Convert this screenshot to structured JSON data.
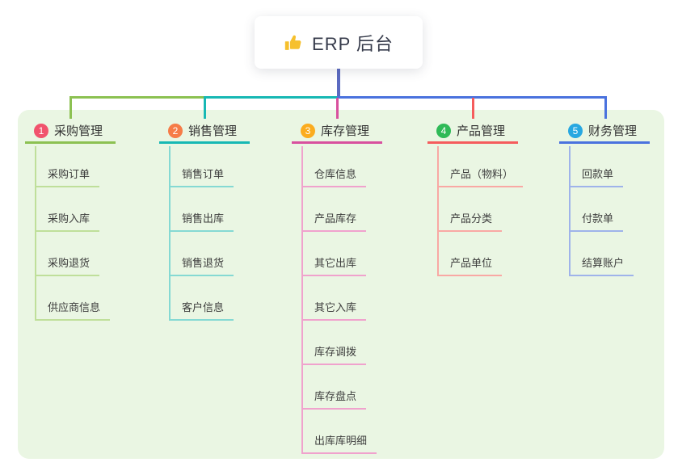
{
  "root": {
    "label": "ERP 后台",
    "icon": "thumbs-up-icon",
    "icon_color": "#f6c02d",
    "card_background": "#ffffff",
    "text_color": "#353a4a"
  },
  "panel": {
    "background": "#eaf6e3"
  },
  "connector": {
    "trunk_color": "#5b6ac1"
  },
  "badge_text_color": "#ffffff",
  "branches": [
    {
      "number": "1",
      "name": "采购管理",
      "badge_color": "#f1536d",
      "line_color": "#8cc152",
      "child_line_color": "#bfdf9a",
      "children": [
        "采购订单",
        "采购入库",
        "采购退货",
        "供应商信息"
      ]
    },
    {
      "number": "2",
      "name": "销售管理",
      "badge_color": "#f67c48",
      "line_color": "#17b8b4",
      "child_line_color": "#85d9d3",
      "children": [
        "销售订单",
        "销售出库",
        "销售退货",
        "客户信息"
      ]
    },
    {
      "number": "3",
      "name": "库存管理",
      "badge_color": "#fbac1f",
      "line_color": "#d8509e",
      "child_line_color": "#f0a2cd",
      "children": [
        "仓库信息",
        "产品库存",
        "其它出库",
        "其它入库",
        "库存调拨",
        "库存盘点",
        "出库库明细"
      ]
    },
    {
      "number": "4",
      "name": "产品管理",
      "badge_color": "#2fba57",
      "line_color": "#f55c5c",
      "child_line_color": "#f9a8a4",
      "children": [
        "产品（物料）",
        "产品分类",
        "产品单位"
      ]
    },
    {
      "number": "5",
      "name": "财务管理",
      "badge_color": "#28a8e1",
      "line_color": "#4a72de",
      "child_line_color": "#9fb3ea",
      "children": [
        "回款单",
        "付款单",
        "结算账户"
      ]
    }
  ]
}
